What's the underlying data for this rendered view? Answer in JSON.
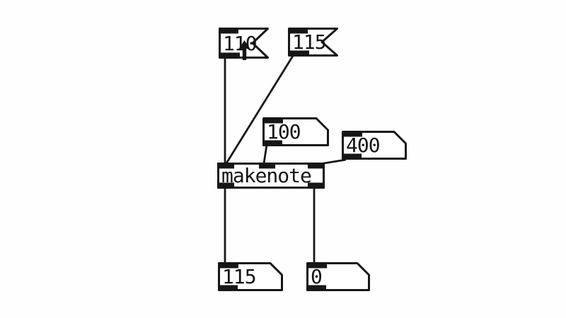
{
  "patcher": {
    "background_color": "#fffefe",
    "stroke_color": "#161616",
    "boxes": [
      {
        "id": "msg-110",
        "type": "message",
        "label": "110"
      },
      {
        "id": "msg-115",
        "type": "message",
        "label": "115"
      },
      {
        "id": "num-100",
        "type": "number",
        "label": "100"
      },
      {
        "id": "num-400",
        "type": "number",
        "label": "400"
      },
      {
        "id": "obj-makenote",
        "type": "object",
        "label": "makenote"
      },
      {
        "id": "num-115-out",
        "type": "number",
        "label": "115"
      },
      {
        "id": "num-0-out",
        "type": "number",
        "label": "0"
      }
    ],
    "connections": [
      {
        "from": "msg-110 outlet 1",
        "to": "obj-makenote inlet 1"
      },
      {
        "from": "msg-115 outlet 1",
        "to": "obj-makenote inlet 1"
      },
      {
        "from": "num-100 outlet 1",
        "to": "obj-makenote inlet 2"
      },
      {
        "from": "num-400 outlet 1",
        "to": "obj-makenote inlet 3"
      },
      {
        "from": "obj-makenote outlet 1",
        "to": "num-115-out inlet 1"
      },
      {
        "from": "obj-makenote outlet 2",
        "to": "num-0-out inlet 1"
      }
    ],
    "cursor": {
      "icon": "up-arrow-cursor"
    }
  }
}
